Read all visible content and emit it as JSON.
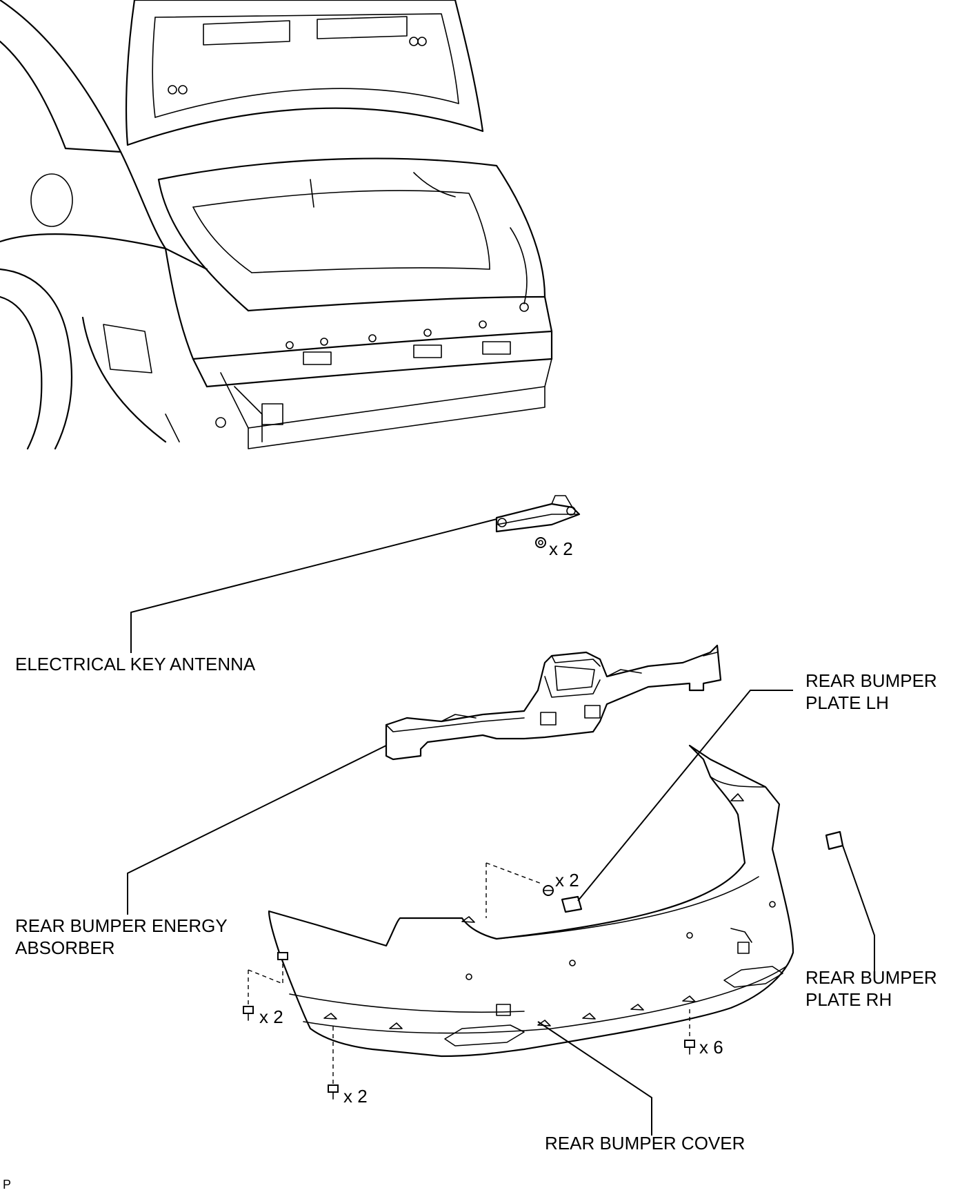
{
  "labels": {
    "electrical_key_antenna": "ELECTRICAL KEY ANTENNA",
    "rear_bumper_plate_lh": [
      "REAR BUMPER",
      "PLATE LH"
    ],
    "rear_bumper_energy_absorber": [
      "REAR BUMPER ENERGY",
      "ABSORBER"
    ],
    "rear_bumper_plate_rh": [
      "REAR BUMPER",
      "PLATE RH"
    ],
    "rear_bumper_cover": "REAR BUMPER COVER"
  },
  "fastener_counts": {
    "antenna_nuts": "x 2",
    "cover_clips_upper": "x 2",
    "cover_screws_left": "x 2",
    "cover_screws_bottom_left": "x 2",
    "cover_screws_bottom_right": "x 6"
  },
  "illustration_code": "P"
}
